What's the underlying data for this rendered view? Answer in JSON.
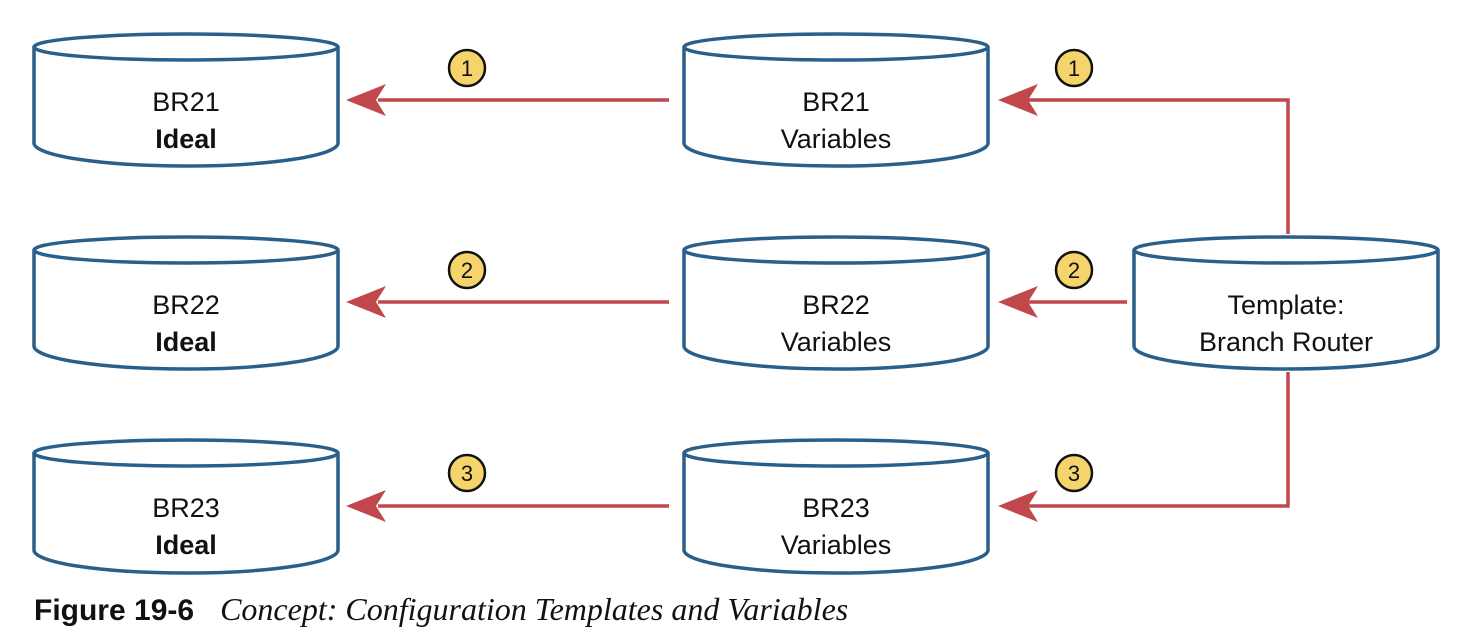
{
  "colors": {
    "outline": "#2a5f8a",
    "arrow": "#c0474b",
    "badge_fill": "#f6d46c"
  },
  "ideals": [
    {
      "line1": "BR21",
      "line2": "Ideal"
    },
    {
      "line1": "BR22",
      "line2": "Ideal"
    },
    {
      "line1": "BR23",
      "line2": "Ideal"
    }
  ],
  "variables": [
    {
      "line1": "BR21",
      "line2": "Variables"
    },
    {
      "line1": "BR22",
      "line2": "Variables"
    },
    {
      "line1": "BR23",
      "line2": "Variables"
    }
  ],
  "template": {
    "line1": "Template:",
    "line2": "Branch Router"
  },
  "badges": [
    "1",
    "2",
    "3"
  ],
  "caption": {
    "figure_number": "Figure 19-6",
    "title": "Concept: Configuration Templates and Variables"
  }
}
